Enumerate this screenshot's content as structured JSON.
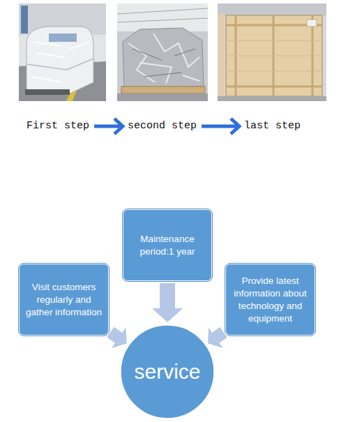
{
  "diagram": {
    "nodes": [
      {
        "text": [
          "First step"
        ]
      },
      {
        "text": [
          "second step"
        ]
      },
      {
        "text": [
          "last step"
        ]
      },
      {
        "text": [
          "Maintenance period:1 year"
        ]
      },
      {
        "text": [
          "Visit customers regularly and gather information"
        ]
      },
      {
        "text": [
          "Provide latest information about technology and equipment"
        ]
      },
      {
        "text": [
          "service"
        ]
      }
    ],
    "edges": [
      {
        "from": 0,
        "to": 1,
        "arrow": "to"
      },
      {
        "from": 1,
        "to": 2,
        "arrow": "to"
      },
      {
        "from": 3,
        "to": 6,
        "arrow": "to"
      },
      {
        "from": 4,
        "to": 6,
        "arrow": "to"
      },
      {
        "from": 5,
        "to": 6,
        "arrow": "to"
      }
    ]
  }
}
